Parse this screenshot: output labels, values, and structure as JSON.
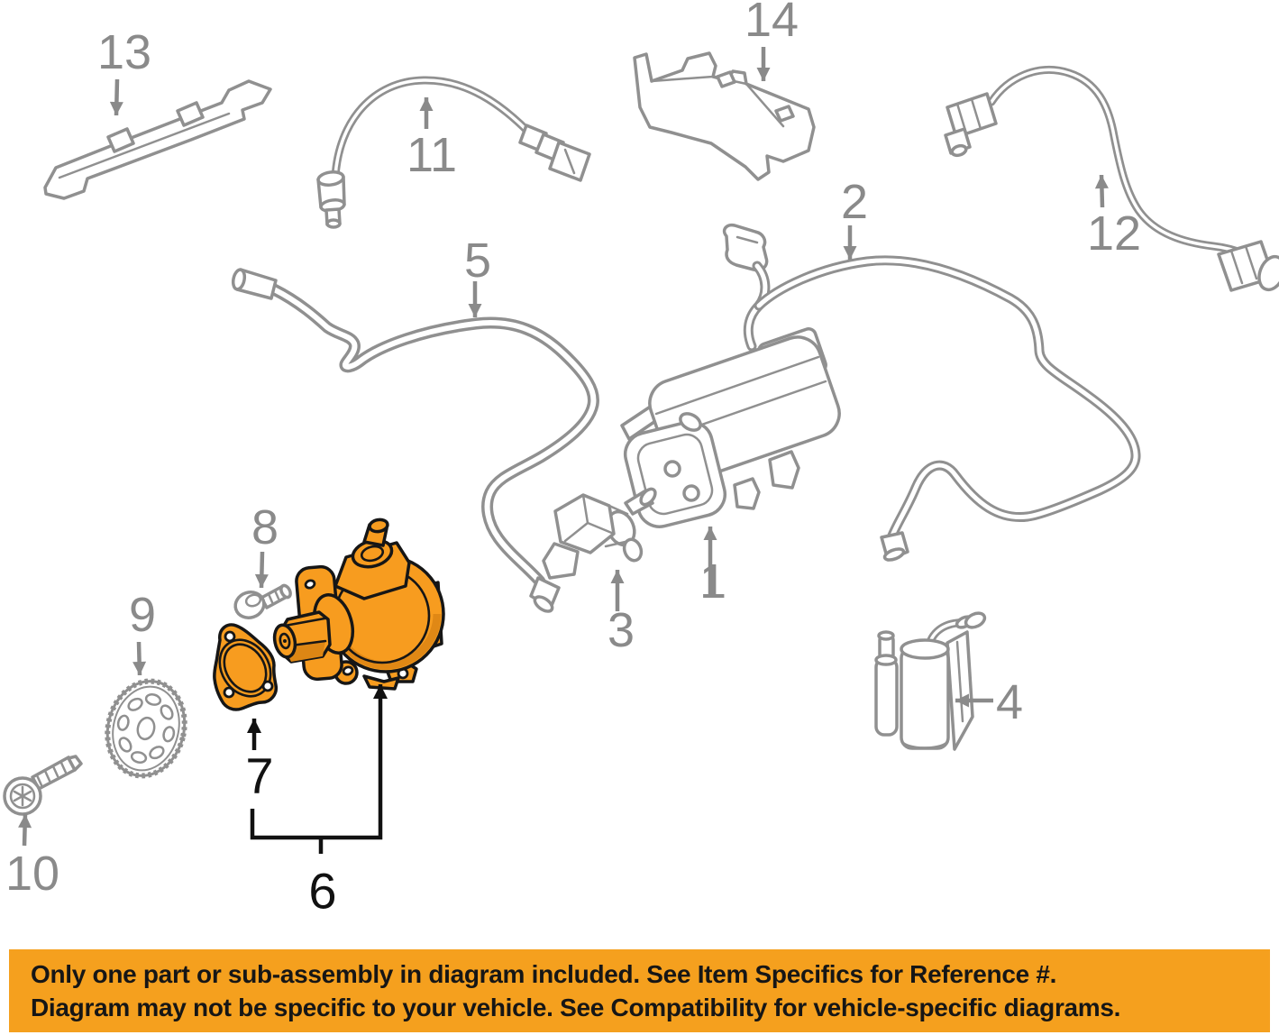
{
  "banner": {
    "line1": "Only one part or sub-assembly in diagram included. See Item Specifics for Reference #.",
    "line2": "Diagram may not be specific to your vehicle. See Compatibility for vehicle-specific diagrams.",
    "background_color": "#F5A01E",
    "text_color": "#161616"
  },
  "diagram": {
    "part_line_color": "#909090",
    "callout_gray": "#8A8A8A",
    "callout_black": "#111111",
    "highlight_fill": "#F79C1F",
    "highlight_shade": "#DD8614",
    "highlight_outline": "#161616",
    "callouts": [
      {
        "ref": "1",
        "highlighted": false
      },
      {
        "ref": "2",
        "highlighted": false
      },
      {
        "ref": "3",
        "highlighted": false
      },
      {
        "ref": "4",
        "highlighted": false
      },
      {
        "ref": "5",
        "highlighted": false
      },
      {
        "ref": "6",
        "highlighted": true
      },
      {
        "ref": "7",
        "highlighted": true
      },
      {
        "ref": "8",
        "highlighted": false
      },
      {
        "ref": "9",
        "highlighted": false
      },
      {
        "ref": "10",
        "highlighted": false
      },
      {
        "ref": "11",
        "highlighted": false
      },
      {
        "ref": "12",
        "highlighted": false
      },
      {
        "ref": "13",
        "highlighted": false
      },
      {
        "ref": "14",
        "highlighted": false
      }
    ]
  }
}
